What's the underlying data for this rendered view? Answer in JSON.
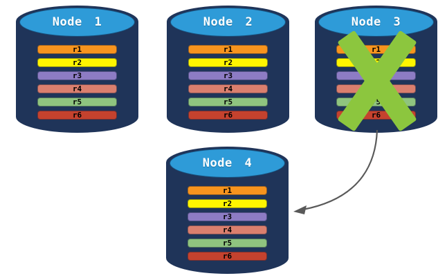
{
  "diagram": {
    "type": "database-replication-failover",
    "background": "#FFFFFF"
  },
  "colors": {
    "cylinder_body": "#1F3459",
    "cylinder_top": "#2E9BD8",
    "node_title_text": "#FFFFFF",
    "row_text": "#000000",
    "failure_x": "#8CC63E",
    "arrow": "#595959"
  },
  "nodes": [
    {
      "id": "node-1",
      "label": "Node 1",
      "failed": false,
      "rows": [
        {
          "label": "r1",
          "color": "#F7941E"
        },
        {
          "label": "r2",
          "color": "#FFF500"
        },
        {
          "label": "r3",
          "color": "#8D7CC4"
        },
        {
          "label": "r4",
          "color": "#DA7F6E"
        },
        {
          "label": "r5",
          "color": "#8FC47F"
        },
        {
          "label": "r6",
          "color": "#C5422E"
        }
      ]
    },
    {
      "id": "node-2",
      "label": "Node 2",
      "failed": false,
      "rows": [
        {
          "label": "r1",
          "color": "#F7941E"
        },
        {
          "label": "r2",
          "color": "#FFF500"
        },
        {
          "label": "r3",
          "color": "#8D7CC4"
        },
        {
          "label": "r4",
          "color": "#DA7F6E"
        },
        {
          "label": "r5",
          "color": "#8FC47F"
        },
        {
          "label": "r6",
          "color": "#C5422E"
        }
      ]
    },
    {
      "id": "node-3",
      "label": "Node 3",
      "failed": true,
      "rows": [
        {
          "label": "r1",
          "color": "#F7941E"
        },
        {
          "label": "r2",
          "color": "#FFF500"
        },
        {
          "label": "r3",
          "color": "#8D7CC4"
        },
        {
          "label": "r4",
          "color": "#DA7F6E"
        },
        {
          "label": "r5",
          "color": "#8FC47F"
        },
        {
          "label": "r6",
          "color": "#C5422E"
        }
      ]
    },
    {
      "id": "node-4",
      "label": "Node 4",
      "failed": false,
      "rows": [
        {
          "label": "r1",
          "color": "#F7941E"
        },
        {
          "label": "r2",
          "color": "#FFF500"
        },
        {
          "label": "r3",
          "color": "#8D7CC4"
        },
        {
          "label": "r4",
          "color": "#DA7F6E"
        },
        {
          "label": "r5",
          "color": "#8FC47F"
        },
        {
          "label": "r6",
          "color": "#C5422E"
        }
      ]
    }
  ],
  "arrow": {
    "from": "Node 3",
    "to": "Node 4"
  }
}
